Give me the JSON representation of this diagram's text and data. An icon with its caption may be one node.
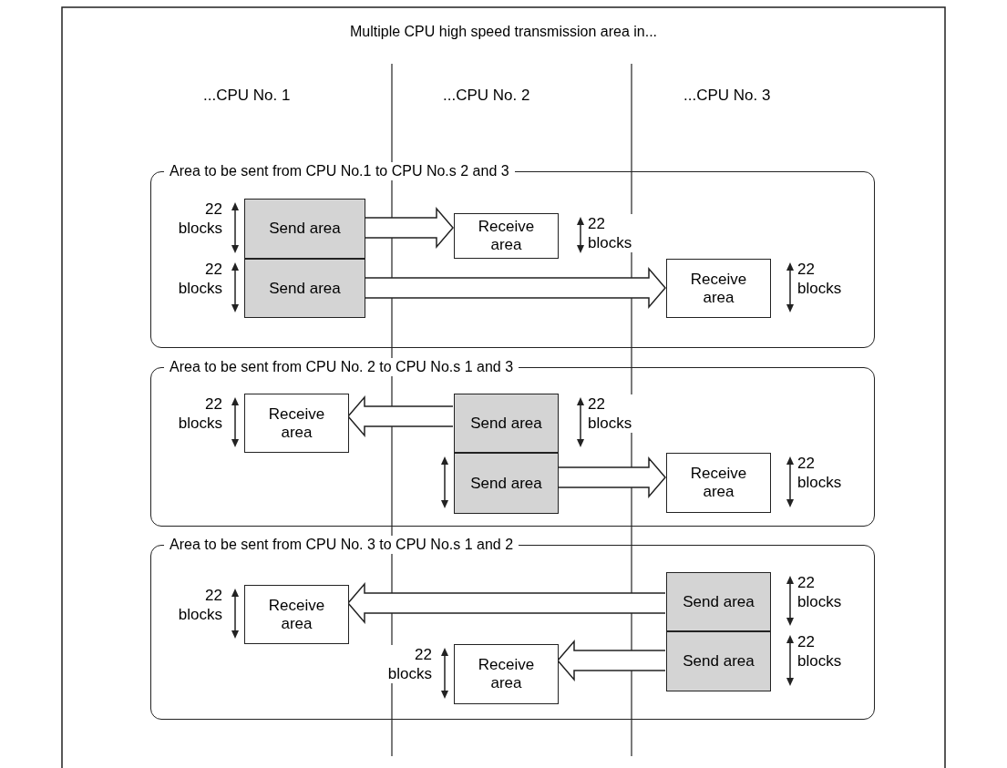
{
  "diagram": {
    "title": "Multiple CPU high speed transmission area in...",
    "nodes": [
      {
        "text": [
          "Area to be sent from CPU No.1 to CPU No.s 2 and 3"
        ]
      },
      {
        "text": [
          "Send area"
        ],
        "in": 0,
        "beside": [
          "22 blocks"
        ]
      },
      {
        "text": [
          "Receive area"
        ],
        "in": 0,
        "beside": [
          "22 blocks"
        ]
      },
      {
        "text": [
          "Send area"
        ],
        "in": 0,
        "beside": [
          "22 blocks"
        ]
      },
      {
        "text": [
          "Receive area"
        ],
        "in": 0,
        "beside": [
          "22 blocks"
        ]
      },
      {
        "text": [
          "Area to be sent from CPU No. 2 to CPU No.s 1 and 3"
        ]
      },
      {
        "text": [
          "Receive area"
        ],
        "in": 5,
        "beside": [
          "22 blocks"
        ]
      },
      {
        "text": [
          "Send area"
        ],
        "in": 5,
        "beside": [
          "22 blocks"
        ]
      },
      {
        "text": [
          "Send area"
        ],
        "in": 5
      },
      {
        "text": [
          "Receive area"
        ],
        "in": 5,
        "beside": [
          "22 blocks"
        ]
      },
      {
        "text": [
          "Area to be sent from CPU No. 3 to CPU No.s 1 and 2"
        ]
      },
      {
        "text": [
          "Receive area"
        ],
        "in": 10,
        "beside": [
          "22 blocks"
        ]
      },
      {
        "text": [
          "Send area"
        ],
        "in": 10,
        "beside": [
          "22 blocks"
        ]
      },
      {
        "text": [
          "Receive area"
        ],
        "in": 10,
        "beside": [
          "22 blocks"
        ]
      },
      {
        "text": [
          "Send area"
        ],
        "in": 10,
        "beside": [
          "22 blocks"
        ]
      }
    ],
    "edges": [
      {
        "from": 1,
        "to": 2,
        "arrow": "to"
      },
      {
        "from": 3,
        "to": 4,
        "arrow": "to"
      },
      {
        "from": 7,
        "to": 6,
        "arrow": "to"
      },
      {
        "from": 8,
        "to": 9,
        "arrow": "to"
      },
      {
        "from": 12,
        "to": 11,
        "arrow": "to"
      },
      {
        "from": 14,
        "to": 13,
        "arrow": "to"
      }
    ],
    "labels": [
      "...CPU No. 1",
      "...CPU No. 2",
      "...CPU No. 3"
    ]
  }
}
